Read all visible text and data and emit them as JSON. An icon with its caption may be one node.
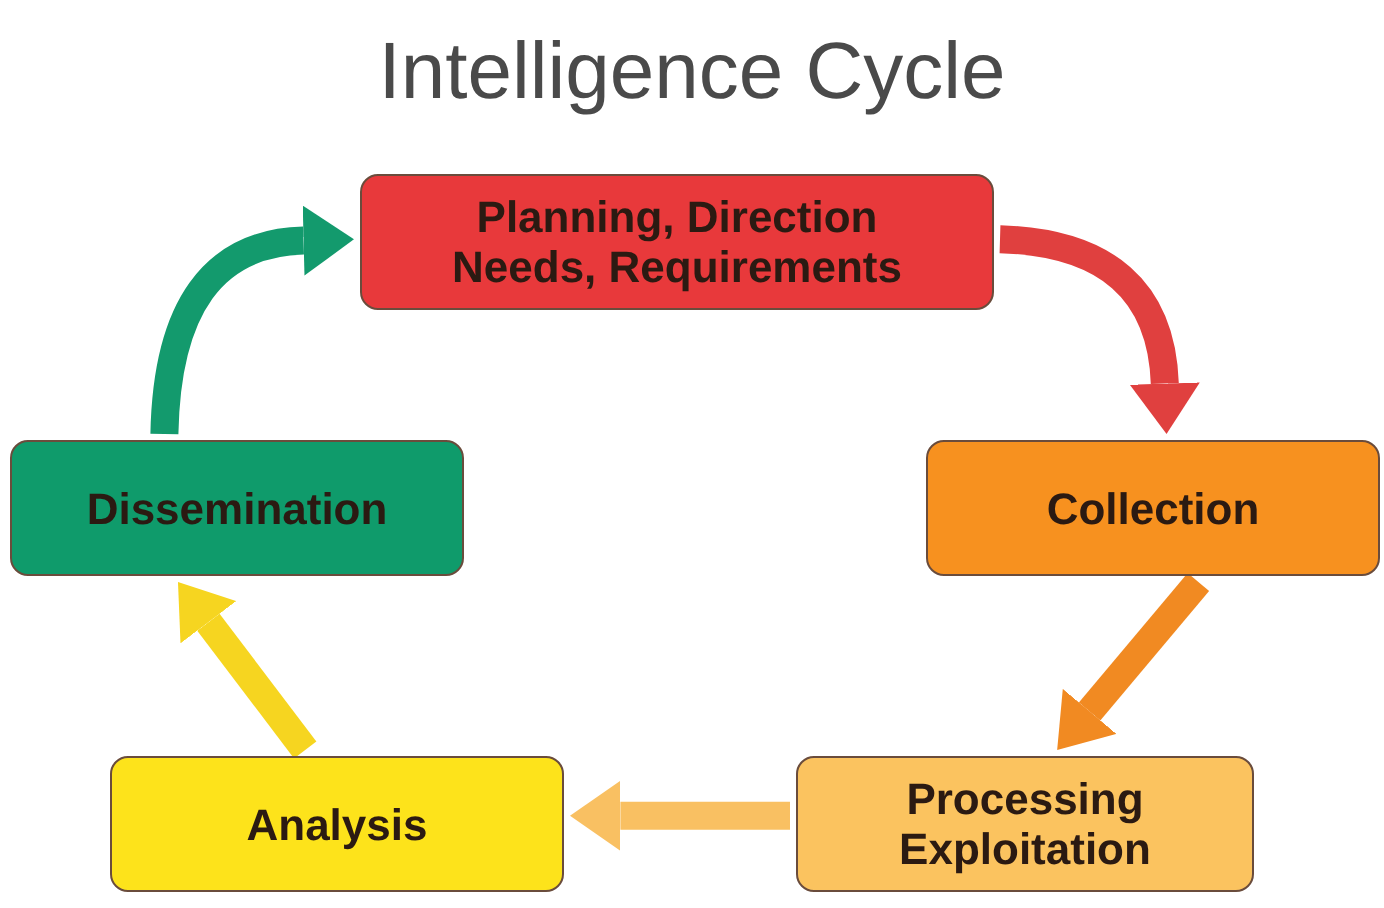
{
  "diagram": {
    "title": "Intelligence Cycle",
    "nodes": [
      {
        "text": [
          "Planning, Direction",
          "Needs, Requirements"
        ]
      },
      {
        "text": [
          "Collection"
        ]
      },
      {
        "text": [
          "Processing Exploitation"
        ]
      },
      {
        "text": [
          "Analysis"
        ]
      },
      {
        "text": [
          "Dissemination"
        ]
      }
    ],
    "edges": [
      {
        "from": 0,
        "to": 1,
        "arrow": "to",
        "color": "#e0403f"
      },
      {
        "from": 1,
        "to": 2,
        "arrow": "to",
        "color": "#f18a22"
      },
      {
        "from": 2,
        "to": 3,
        "arrow": "to",
        "color": "#f9c062"
      },
      {
        "from": 3,
        "to": 4,
        "arrow": "to",
        "color": "#f6d520"
      },
      {
        "from": 4,
        "to": 0,
        "arrow": "to",
        "color": "#139a6d"
      }
    ]
  }
}
